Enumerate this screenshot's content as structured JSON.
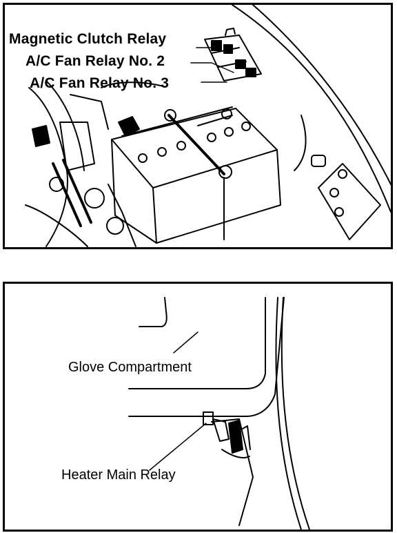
{
  "engine_bay_view": {
    "labels": {
      "magnetic_clutch_relay": "Magnetic Clutch Relay",
      "ac_fan_relay_2": "A/C Fan Relay No. 2",
      "ac_fan_relay_3": "A/C Fan Relay No. 3"
    }
  },
  "interior_view": {
    "labels": {
      "glove_compartment": "Glove Compartment",
      "heater_main_relay": "Heater Main Relay"
    }
  }
}
